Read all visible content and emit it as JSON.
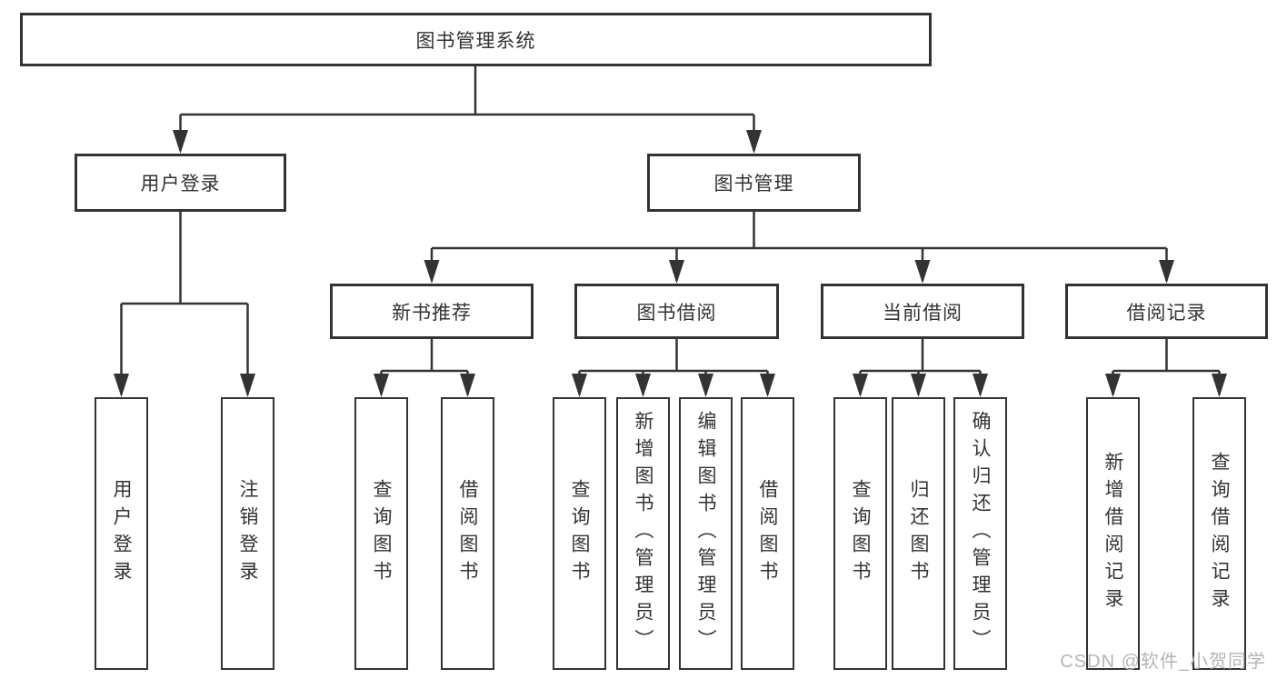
{
  "colors": {
    "background": "#ffffff",
    "line": "#333333",
    "box_border": "#333333",
    "text": "#333333",
    "watermark": "#b5b5b5"
  },
  "watermark": "CSDN @软件_小贺同学",
  "tree": {
    "root": {
      "label": "图书管理系统"
    },
    "branches": [
      {
        "label": "用户登录",
        "children": [
          {
            "label": "用户登录"
          },
          {
            "label": "注销登录"
          }
        ]
      },
      {
        "label": "图书管理",
        "children": [
          {
            "label": "新书推荐",
            "children": [
              {
                "label": "查询图书"
              },
              {
                "label": "借阅图书"
              }
            ]
          },
          {
            "label": "图书借阅",
            "children": [
              {
                "label": "查询图书"
              },
              {
                "label": "新增图书（管理员）"
              },
              {
                "label": "编辑图书（管理员）"
              },
              {
                "label": "借阅图书"
              }
            ]
          },
          {
            "label": "当前借阅",
            "children": [
              {
                "label": "查询图书"
              },
              {
                "label": "归还图书"
              },
              {
                "label": "确认归还（管理员）"
              }
            ]
          },
          {
            "label": "借阅记录",
            "children": [
              {
                "label": "新增借阅记录"
              },
              {
                "label": "查询借阅记录"
              }
            ]
          }
        ]
      }
    ]
  }
}
